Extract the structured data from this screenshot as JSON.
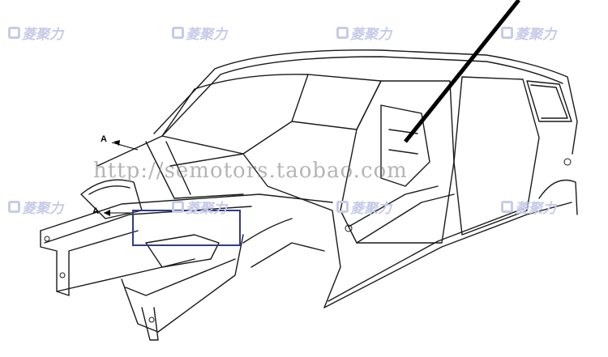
{
  "watermark": {
    "brand": "菱聚力",
    "url": "http://semotors.taobao.com"
  },
  "callouts": {
    "upper": "A",
    "lower": "A"
  },
  "colors": {
    "line": "#1a1a1a",
    "highlight_box": "#2d3c8a",
    "watermark": "#c7cbe8"
  }
}
